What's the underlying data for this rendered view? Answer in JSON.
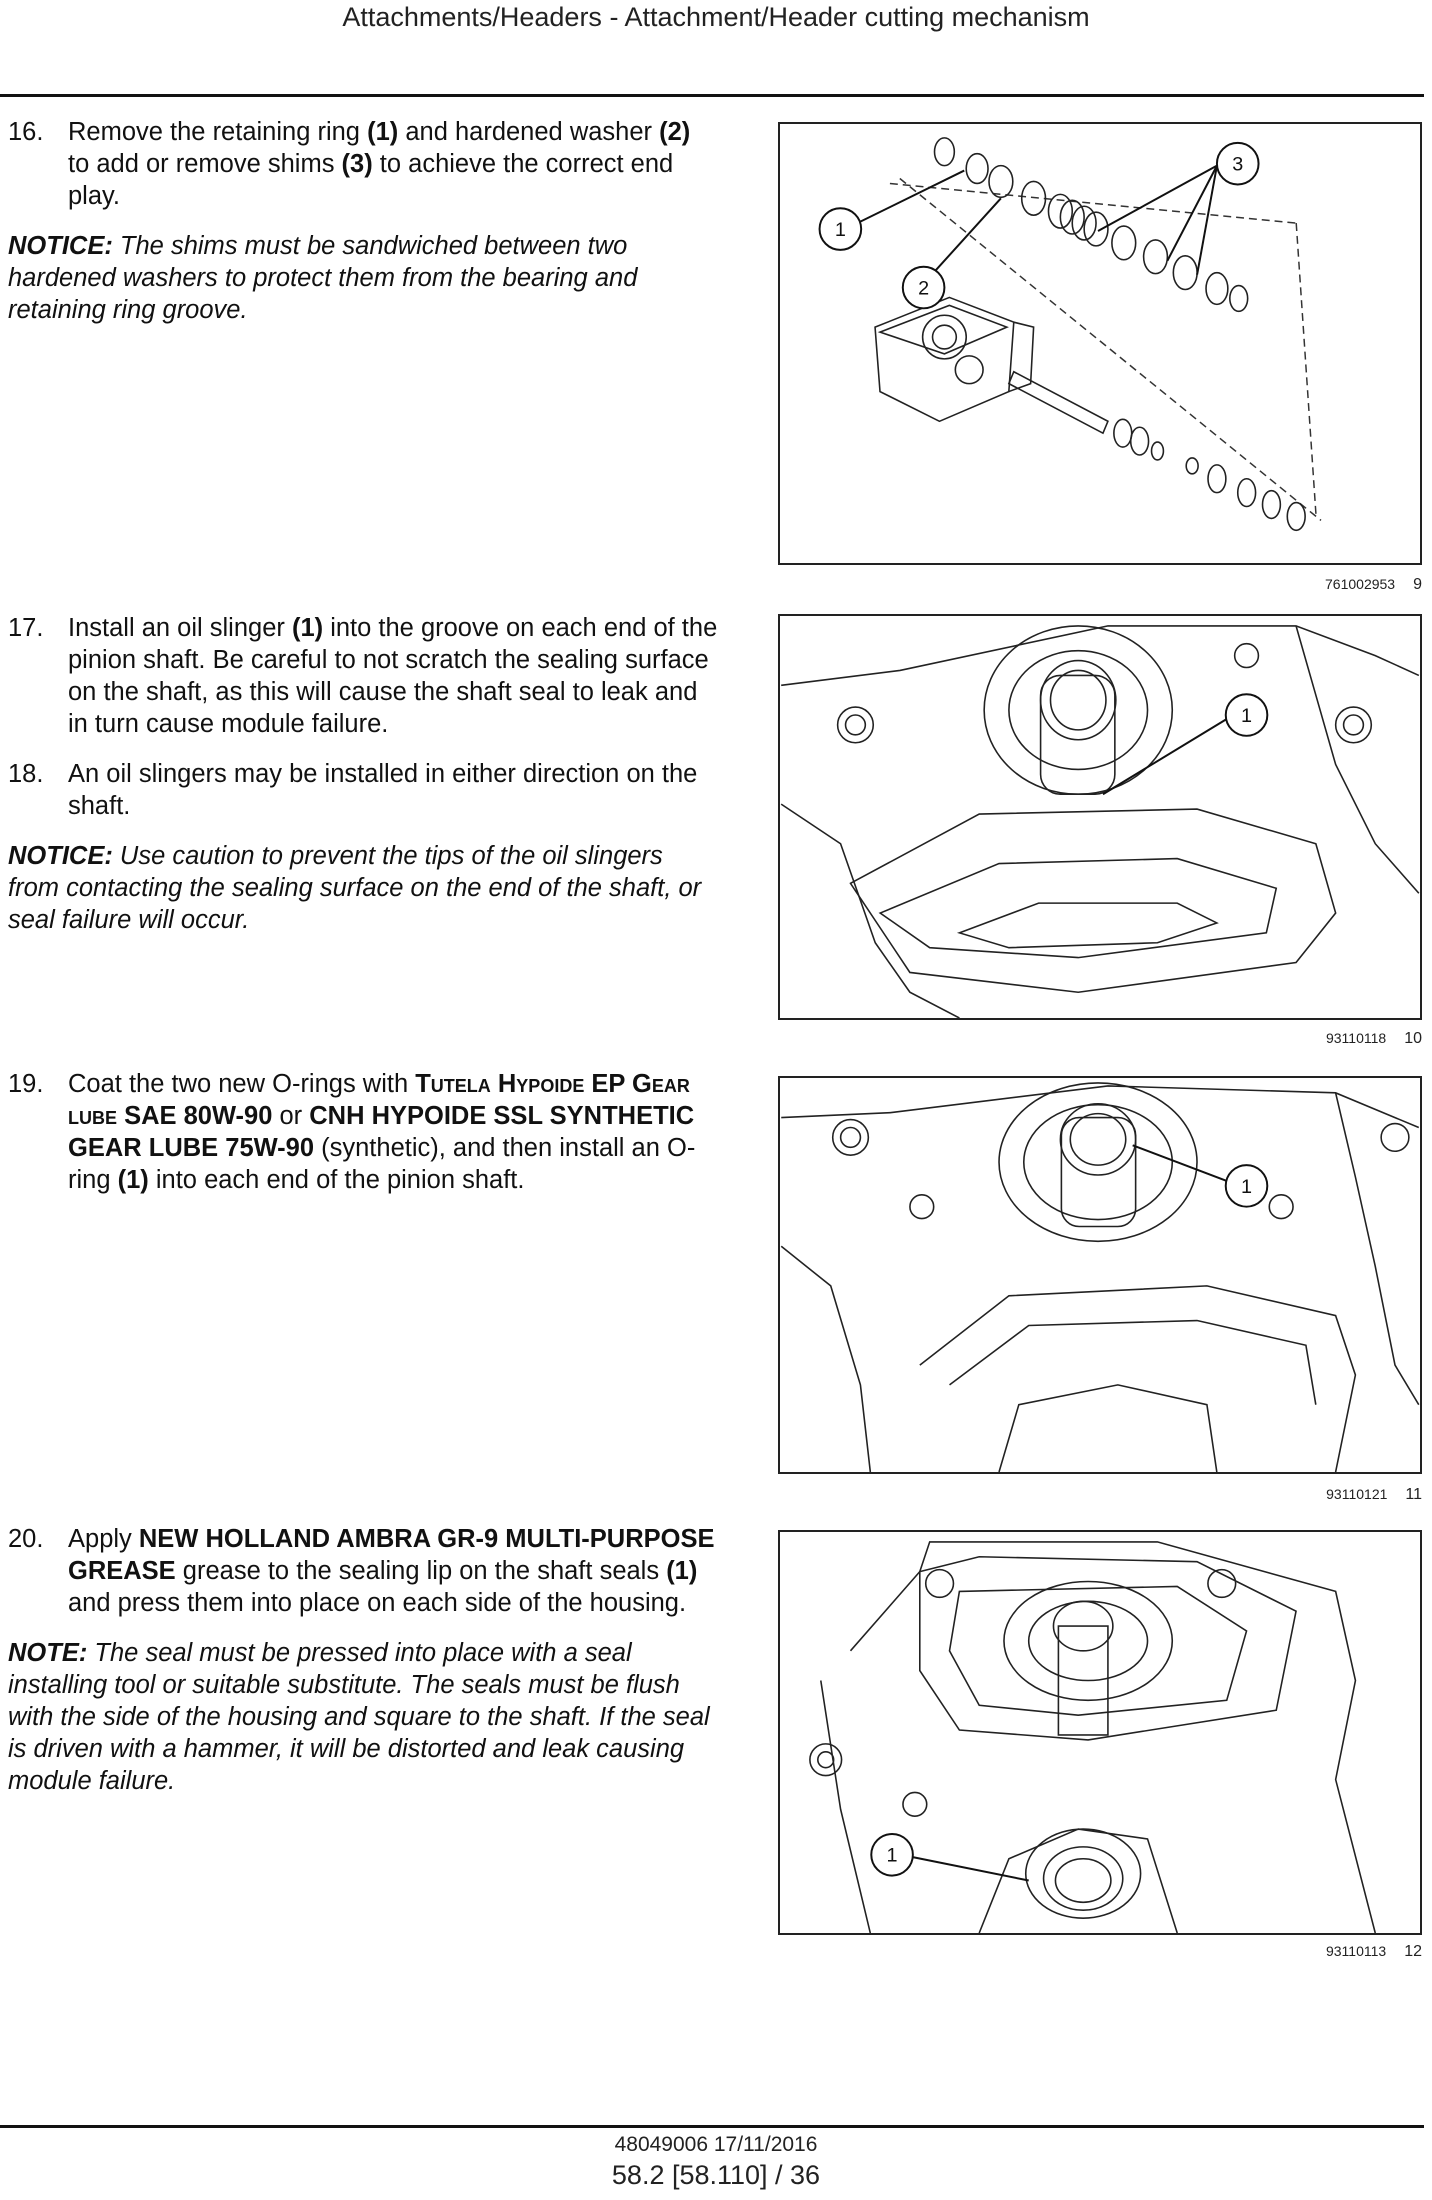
{
  "header": {
    "title": "Attachments/Headers - Attachment/Header cutting mechanism"
  },
  "steps": {
    "s16": {
      "num": "16.",
      "p1": "Remove the retaining ring ",
      "r1": "(1)",
      "p2": " and hardened washer ",
      "r2": "(2)",
      "p3": " to add or remove shims ",
      "r3": "(3)",
      "p4": " to achieve the correct end play."
    },
    "n16": {
      "label": "NOTICE:",
      "text": " The shims must be sandwiched between two hardened washers to protect them from the bearing and retaining ring groove."
    },
    "s17": {
      "num": "17.",
      "p1": "Install an oil slinger ",
      "r1": "(1)",
      "p2": " into the groove on each end of the pinion shaft. Be careful to not scratch the sealing surface on the shaft, as this will cause the shaft seal to leak and in turn cause module failure."
    },
    "s18": {
      "num": "18.",
      "text": "An oil slingers may be installed in either direction on the shaft."
    },
    "n18": {
      "label": "NOTICE:",
      "text": " Use caution to prevent the tips of the oil slingers from contacting the sealing surface on the end of the shaft, or seal failure will occur."
    },
    "s19": {
      "num": "19.",
      "p1": "Coat the two new O-rings with ",
      "prod1": "Tutela Hypoide EP Gear lube",
      "prod1b": " SAE 80W-90",
      "p2": " or ",
      "prod2": "CNH HYPOIDE SSL SYNTHETIC GEAR LUBE 75W-90",
      "p3": " (synthetic), and then install an O-ring ",
      "r1": "(1)",
      "p4": " into each end of the pinion shaft."
    },
    "s20": {
      "num": "20.",
      "p1": "Apply ",
      "prod": "NEW HOLLAND AMBRA GR-9 MULTI-PURPOSE GREASE",
      "p2": " grease to the sealing lip on the shaft seals ",
      "r1": "(1)",
      "p3": " and press them into place on each side of the housing."
    },
    "n20": {
      "label": "NOTE:",
      "text": " The seal must be pressed into place with a seal installing tool or suitable substitute.  The seals must be flush with the side of the housing and square to the shaft. If the seal is driven with a hammer, it will be distorted and leak causing module failure."
    }
  },
  "figures": [
    {
      "code": "761002953",
      "num": "9",
      "callouts": [
        "1",
        "2",
        "3"
      ]
    },
    {
      "code": "93110118",
      "num": "10",
      "callouts": [
        "1"
      ]
    },
    {
      "code": "93110121",
      "num": "11",
      "callouts": [
        "1"
      ]
    },
    {
      "code": "93110113",
      "num": "12",
      "callouts": [
        "1"
      ]
    }
  ],
  "footer": {
    "doc": "48049006 17/11/2016",
    "page": "58.2 [58.110] / 36"
  }
}
